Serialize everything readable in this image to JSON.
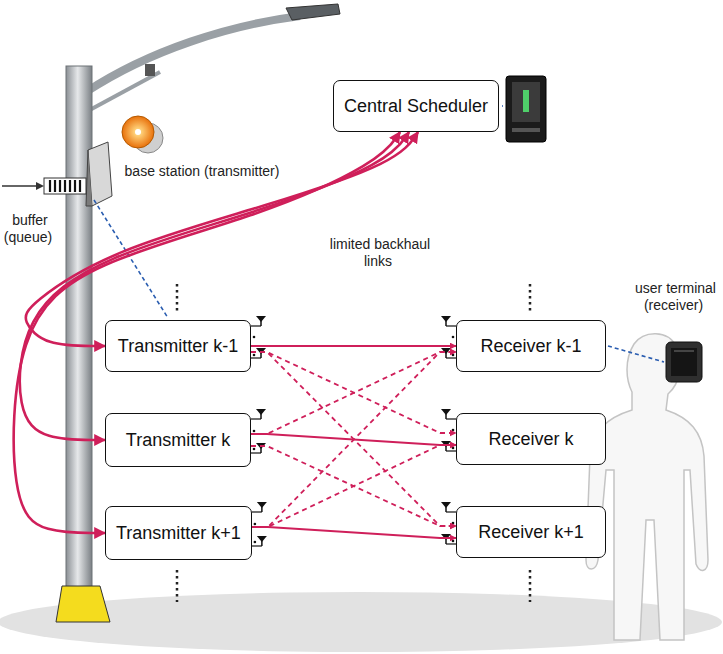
{
  "diagram": {
    "nodes": [
      {
        "text": [
          "Central Scheduler"
        ]
      },
      {
        "text": [
          "Transmitter k-1"
        ]
      },
      {
        "text": [
          "Transmitter k"
        ]
      },
      {
        "text": [
          "Transmitter k+1"
        ]
      },
      {
        "text": [
          "Receiver k-1"
        ]
      },
      {
        "text": [
          "Receiver k"
        ]
      },
      {
        "text": [
          "Receiver k+1"
        ]
      }
    ],
    "edges": [
      {
        "from": 0,
        "to": 1,
        "arrow": "both"
      },
      {
        "from": 0,
        "to": 2,
        "arrow": "both"
      },
      {
        "from": 0,
        "to": 3,
        "arrow": "both"
      },
      {
        "from": 1,
        "to": 4,
        "arrow": "to"
      },
      {
        "from": 2,
        "to": 5,
        "arrow": "to"
      },
      {
        "from": 3,
        "to": 6,
        "arrow": "to"
      },
      {
        "from": 1,
        "to": 5,
        "arrow": "to"
      },
      {
        "from": 1,
        "to": 6,
        "arrow": "to"
      },
      {
        "from": 2,
        "to": 4,
        "arrow": "to"
      },
      {
        "from": 2,
        "to": 6,
        "arrow": "to"
      },
      {
        "from": 3,
        "to": 4,
        "arrow": "to"
      },
      {
        "from": 3,
        "to": 5,
        "arrow": "to"
      }
    ],
    "labels": [
      "base station (transmitter)",
      "buffer (queue)",
      "limited backhaul links",
      "user terminal (receiver)"
    ]
  }
}
